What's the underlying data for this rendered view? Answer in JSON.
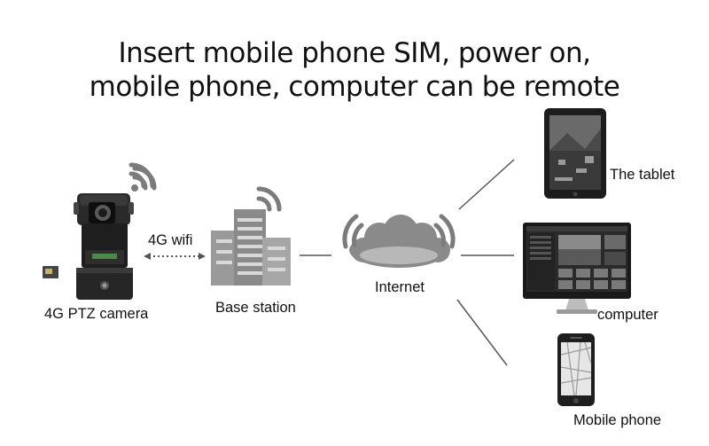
{
  "title": {
    "line1": "Insert mobile phone SIM, power on,",
    "line2": "mobile phone, computer can be remote"
  },
  "nodes": {
    "camera": {
      "label": "4G PTZ camera",
      "icon": "ptz-camera-icon"
    },
    "link": {
      "label": "4G wifi"
    },
    "base_station": {
      "label": "Base station",
      "icon": "base-station-icon"
    },
    "internet": {
      "label": "Internet",
      "icon": "cloud-icon"
    },
    "tablet": {
      "label": "The tablet",
      "icon": "tablet-icon"
    },
    "computer": {
      "label": "computer",
      "icon": "monitor-icon"
    },
    "phone": {
      "label": "Mobile phone",
      "icon": "smartphone-icon"
    }
  },
  "colors": {
    "accent": "#7b7b7b",
    "device_dark": "#1e1e1e",
    "cloud": "#8a8a8a"
  }
}
